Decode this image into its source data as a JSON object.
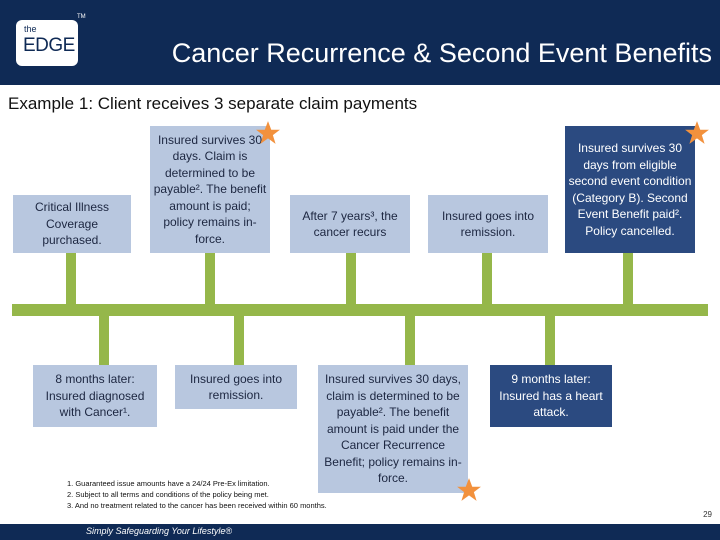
{
  "header": {
    "logo_the": "the",
    "logo_edge": "EDGE",
    "logo_tm": "TM",
    "title": "Cancer Recurrence & Second Event Benefits"
  },
  "subtitle": "Example 1: Client receives 3 separate claim payments",
  "timeline": {
    "top_boxes": [
      "Critical Illness Coverage purchased.",
      "Insured survives 30 days. Claim is determined to be payable². The benefit amount is paid; policy remains in-force.",
      "After 7 years³, the cancer recurs",
      "Insured goes into remission.",
      "Insured survives 30 days from eligible second event condition (Category B). Second Event Benefit paid². Policy cancelled."
    ],
    "bottom_boxes": [
      "8 months later: Insured diagnosed with Cancer¹.",
      "Insured goes into remission.",
      "Insured survives 30 days, claim is determined to be payable². The benefit amount is paid under the Cancer Recurrence Benefit; policy remains in-force.",
      "9 months later: Insured has a heart attack."
    ]
  },
  "footnotes": [
    "1. Guaranteed issue amounts have a 24/24 Pre-Ex limitation.",
    "2. Subject to all terms and conditions of the policy being met.",
    "3. And no treatment related to the cancer has been received within 60 months."
  ],
  "page_number": "29",
  "footer": {
    "tagline": "Simply Safeguarding Your Lifestyle®"
  },
  "colors": {
    "navy": "#0f2a55",
    "dark_box": "#2b4a80",
    "light_box": "#b8c7df",
    "timeline": "#95b74a",
    "star": "#f2913d"
  }
}
